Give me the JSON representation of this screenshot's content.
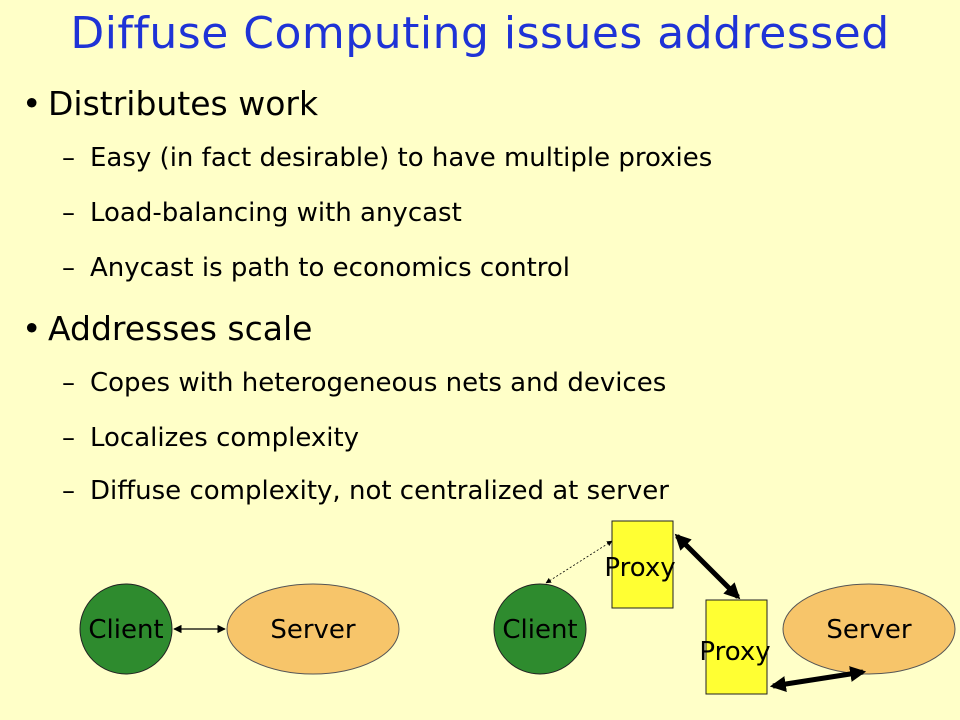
{
  "title": "Diffuse Computing issues addressed",
  "sections": [
    {
      "heading": "Distributes work",
      "items": [
        "Easy (in fact desirable) to have multiple proxies",
        "Load-balancing with anycast",
        "Anycast is path to economics control"
      ]
    },
    {
      "heading": "Addresses scale",
      "items": [
        "Copes with heterogeneous nets and devices",
        "Localizes complexity",
        "Diffuse complexity, not centralized at server"
      ]
    }
  ],
  "bullet_glyph": "•",
  "dash_glyph": "–",
  "diagram": {
    "left": {
      "client": "Client",
      "server": "Server"
    },
    "right": {
      "client": "Client",
      "proxy_top": "Proxy",
      "proxy_bottom": "Proxy",
      "server": "Server"
    }
  },
  "colors": {
    "background": "#ffffc8",
    "title": "#1f33d6",
    "client": "#2e8b2e",
    "server": "#f7c56a",
    "proxy": "#ffff33"
  }
}
